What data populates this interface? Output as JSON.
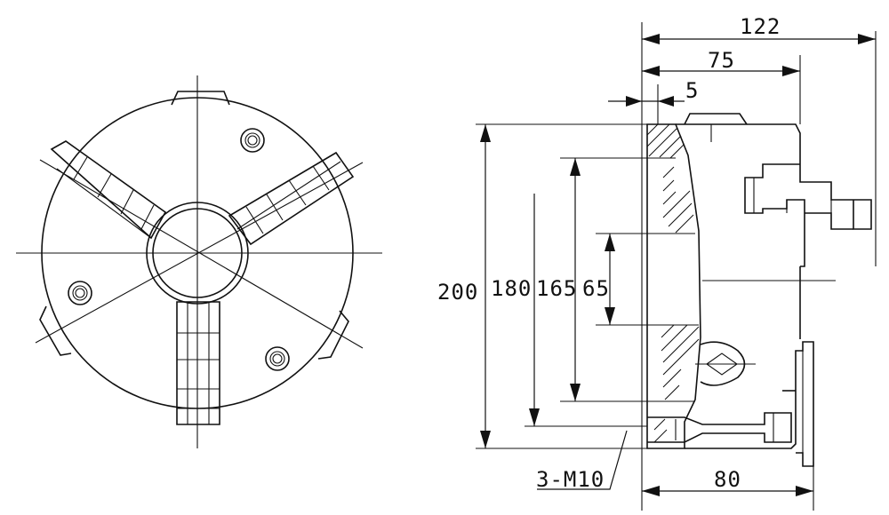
{
  "dimensions": {
    "total_depth": "122",
    "body_depth": "75",
    "flange_thickness": "5",
    "outer_diameter": "200",
    "diameter_180": "180",
    "diameter_165": "165",
    "bore_diameter": "65",
    "mount_depth": "80",
    "mount_screws": "3-M10"
  }
}
